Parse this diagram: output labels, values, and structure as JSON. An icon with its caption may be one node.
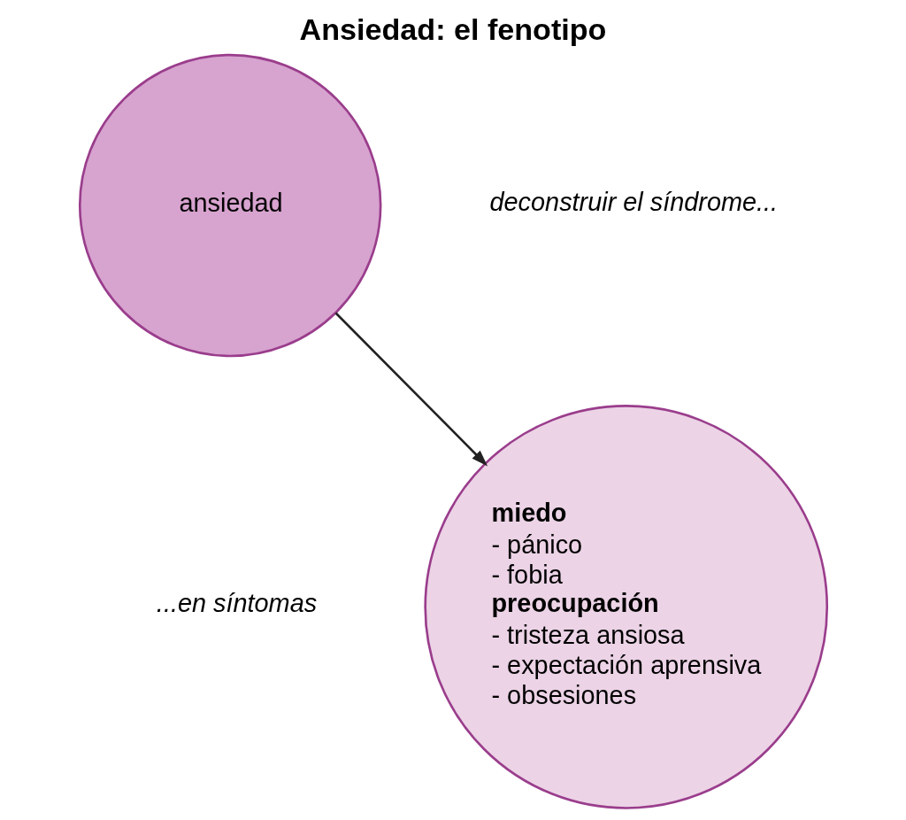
{
  "diagram": {
    "title": "Ansiedad: el fenotipo",
    "nodes": [
      {
        "text": [
          "ansiedad"
        ]
      },
      {
        "text": [
          "miedo",
          "- pánico",
          "- fobia",
          "preocupación",
          "- tristeza ansiosa",
          "- expectación aprensiva",
          "- obsesiones"
        ]
      }
    ],
    "edges": [
      {
        "from": 0,
        "to": 1,
        "arrow": "to"
      }
    ],
    "labels": [
      "deconstruir el síndrome...",
      "...en síntomas"
    ]
  }
}
